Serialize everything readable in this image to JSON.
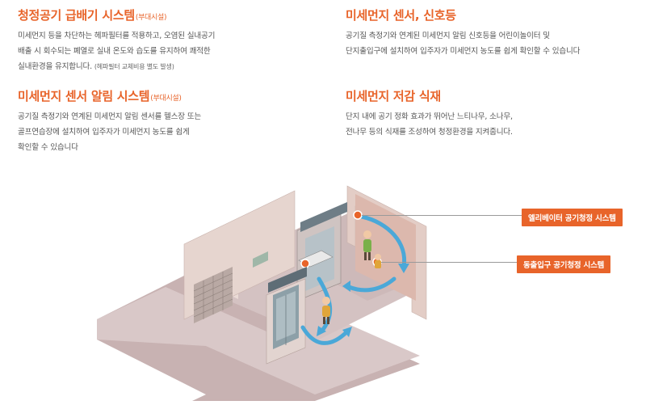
{
  "sections": [
    {
      "title": "청정공기 급배기 시스템",
      "tag": "(부대시설)",
      "lines": [
        "미세먼지 등을 차단하는 헤파필터를 적용하고, 오염된 실내공기",
        "배출 시 회수되는 폐열로 실내 온도와 습도를 유지하여 쾌적한"
      ],
      "last_line": "실내환경을 유지합니다.",
      "note": "(헤파필터 교체비용 별도 발생)"
    },
    {
      "title": "미세먼지 센서 알림 시스템",
      "tag": "(부대시설)",
      "lines": [
        "공기질 측정기와 연계된 미세먼지 알림 센서를 헬스장 또는",
        "골프연습장에 설치하여 입주자가 미세먼지 농도를 쉽게",
        "확인할 수 있습니다"
      ]
    },
    {
      "title": "미세먼지 센서, 신호등",
      "lines": [
        "공기질 측정기와 연계된 미세먼지 알림 신호등을 어린이놀이터 및",
        "단지출입구에 설치하여 입주자가 미세먼지 농도를 쉽게 확인할 수 있습니다"
      ]
    },
    {
      "title": "미세먼지 저감 식재",
      "lines": [
        "단지 내에 공기 정화 효과가 뛰어난 느티나무, 소나무,",
        "전나무 등의 식재를 조성하여 청정환경을 지켜줍니다."
      ]
    }
  ],
  "labels": {
    "elevator": "엘리베이터 공기청정 시스템",
    "entrance": "동출입구 공기청정 시스템"
  },
  "colors": {
    "accent": "#e8642a",
    "body_text": "#555555",
    "floor": "#d7c6c6",
    "wall": "#e4cfc9",
    "airflow": "#4aa8d8"
  }
}
